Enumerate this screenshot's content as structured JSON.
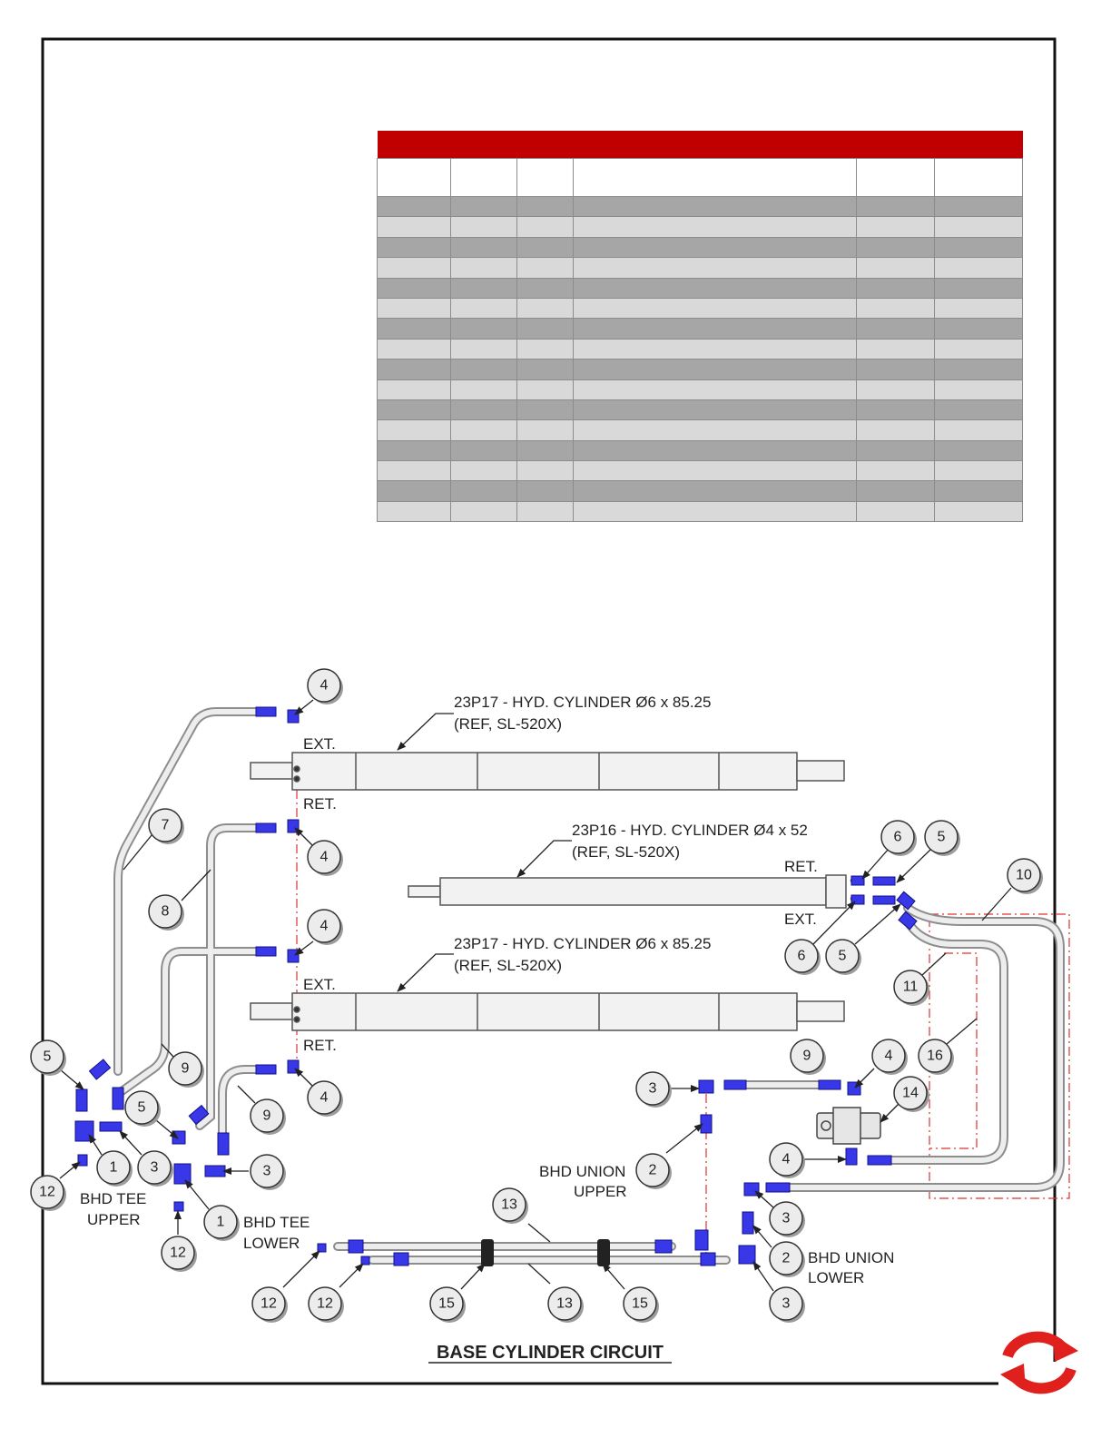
{
  "parts_table": {
    "header_color": "#c00000",
    "row_count": 16,
    "row_colors": [
      "#a6a6a6",
      "#d9d9d9"
    ]
  },
  "diagram": {
    "title": "BASE CYLINDER CIRCUIT",
    "cylinders": [
      {
        "label_line1": "23P17 - HYD. CYLINDER Ø6 x 85.25",
        "label_line2": "(REF, SL-520X)",
        "port_top": "EXT.",
        "port_bottom": "RET."
      },
      {
        "label_line1": "23P16 - HYD. CYLINDER Ø4 x 52",
        "label_line2": "(REF, SL-520X)",
        "port_top": "RET.",
        "port_bottom": "EXT."
      },
      {
        "label_line1": "23P17 - HYD. CYLINDER Ø6 x 85.25",
        "label_line2": "(REF, SL-520X)",
        "port_top": "EXT.",
        "port_bottom": "RET."
      }
    ],
    "text_labels": {
      "bhd_tee_upper_1": "BHD TEE",
      "bhd_tee_upper_2": "UPPER",
      "bhd_tee_lower_1": "BHD TEE",
      "bhd_tee_lower_2": "LOWER",
      "bhd_union_upper_1": "BHD UNION",
      "bhd_union_upper_2": "UPPER",
      "bhd_union_lower_1": "BHD UNION",
      "bhd_union_lower_2": "LOWER"
    },
    "balloons": [
      "4",
      "4",
      "4",
      "4",
      "7",
      "8",
      "6",
      "5",
      "6",
      "5",
      "10",
      "11",
      "16",
      "9",
      "9",
      "9",
      "5",
      "5",
      "1",
      "1",
      "3",
      "3",
      "3",
      "3",
      "3",
      "4",
      "14",
      "4",
      "2",
      "2",
      "12",
      "12",
      "12",
      "12",
      "13",
      "13",
      "15",
      "15"
    ],
    "fitting_color": "#1f1fd6",
    "hose_color": "#9a9a9a",
    "reference_line_color": "#e03030"
  },
  "logo": {
    "icon": "circular-arrows-logo-icon",
    "color": "#e0201c"
  }
}
